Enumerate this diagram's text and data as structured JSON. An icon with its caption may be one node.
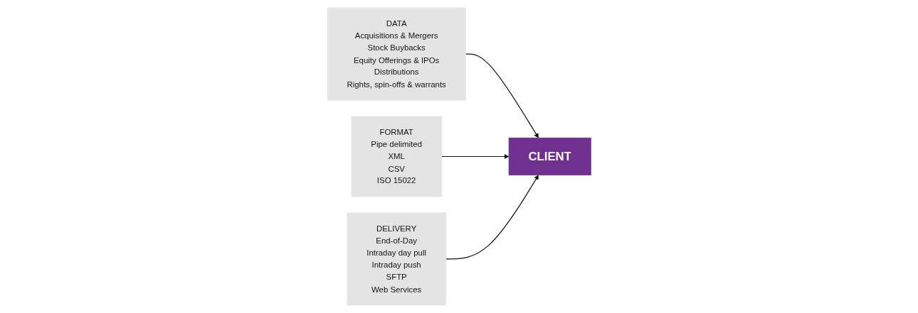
{
  "diagram": {
    "nodes": [
      {
        "text": [
          "DATA",
          "Acquisitions & Mergers",
          "Stock Buybacks",
          "Equity Offerings & IPOs",
          "Distributions",
          "Rights, spin-offs & warrants"
        ]
      },
      {
        "text": [
          "CLIENT"
        ]
      },
      {
        "text": [
          "FORMAT",
          "Pipe delimited",
          "XML",
          "CSV",
          "ISO 15022"
        ]
      },
      {
        "text": [
          "DELIVERY",
          "End-of-Day",
          "Intraday day pull",
          "Intraday push",
          "SFTP",
          "Web Services"
        ]
      }
    ],
    "edges": [
      {
        "from": 0,
        "to": 1,
        "arrow": "to"
      },
      {
        "from": 2,
        "to": 1,
        "arrow": "to"
      },
      {
        "from": 3,
        "to": 1,
        "arrow": "to"
      }
    ]
  }
}
